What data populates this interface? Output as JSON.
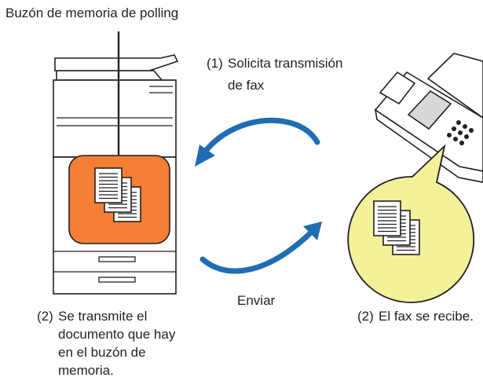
{
  "header": {
    "mailbox_label": "Buzón de memoria de polling"
  },
  "request": {
    "number": "(1)",
    "line1": "Solicita transmisión",
    "line2": "de fax"
  },
  "send": {
    "label": "Enviar"
  },
  "left_caption": {
    "number": "(2)",
    "lines": [
      "Se transmite el",
      "documento que hay",
      "en el buzón de",
      "memoria."
    ]
  },
  "right_caption": {
    "number": "(2)",
    "text": "El fax se recibe."
  },
  "colors": {
    "mailbox_fill": "#f47f35",
    "bubble_fill": "#f3f19a",
    "arrow_blue": "#1f6db3",
    "outline": "#231f20"
  }
}
